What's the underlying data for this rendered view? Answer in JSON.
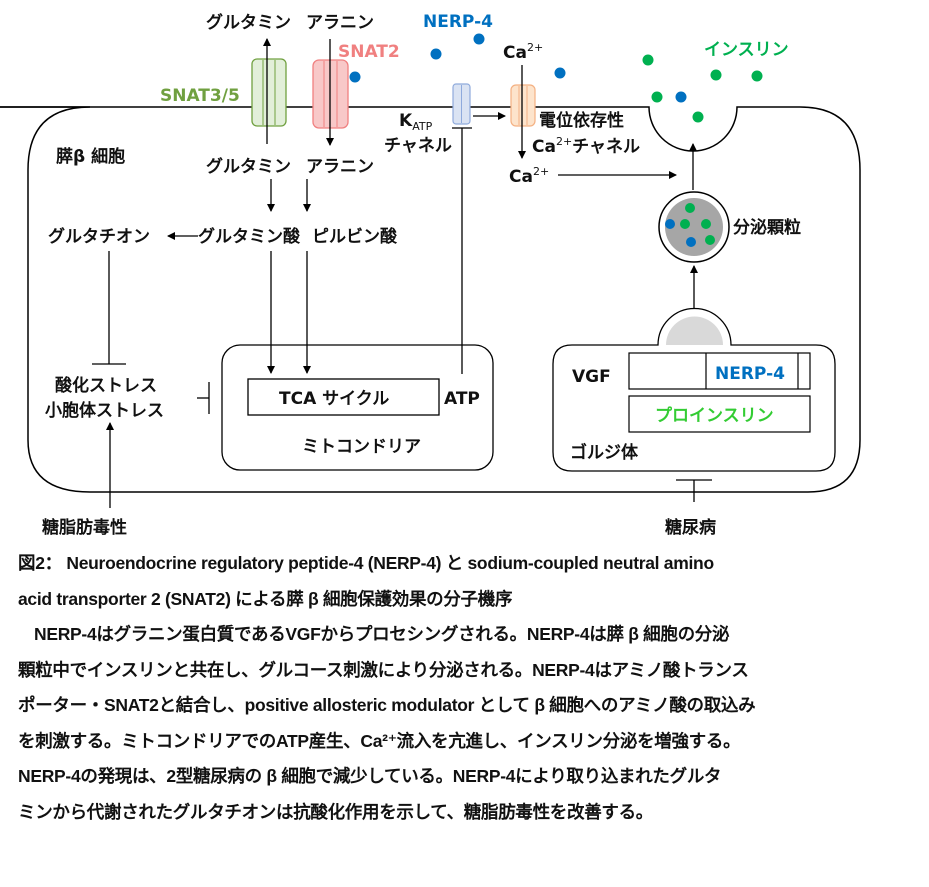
{
  "diagram": {
    "cell_label": "膵β 細胞",
    "transporters": {
      "snat35": "SNAT3/5",
      "snat2": "SNAT2",
      "katp_k": "K",
      "katp_sub": "ATP",
      "katp_channel": "チャネル",
      "vdcc_line1": "電位依存性",
      "vdcc_ca": "Ca",
      "vdcc_sup": "2+",
      "vdcc_channel": "チャネル"
    },
    "outside": {
      "glutamine": "グルタミン",
      "alanine": "アラニン",
      "nerp4": "NERP-4",
      "ca": "Ca",
      "ca_sup": "2+",
      "insulin": "インスリン"
    },
    "inside": {
      "glutamine": "グルタミン",
      "alanine": "アラニン",
      "glutathione": "グルタチオン",
      "glutamate": "グルタミン酸",
      "pyruvate": "ピルビン酸",
      "ca": "Ca",
      "ca_sup": "2+",
      "oxidative_stress": "酸化ストレス",
      "er_stress": "小胞体ストレス",
      "tca": "TCA サイクル",
      "atp": "ATP",
      "mitochondria": "ミトコンドリア",
      "secretory_granule": "分泌顆粒",
      "vgf": "VGF",
      "vgf_nerp4": "NERP-4",
      "proinsulin": "プロインスリン",
      "golgi": "ゴルジ体"
    },
    "external_factors": {
      "glucolipotoxicity": "糖脂肪毒性",
      "diabetes": "糖尿病"
    },
    "colors": {
      "snat35": "#70a040",
      "snat35_fill": "#e2efd9",
      "snat2": "#f08080",
      "snat2_fill": "#f8c8c8",
      "katp_fill": "#dae3f3",
      "katp_stroke": "#8faadc",
      "vdcc_fill": "#fde4cc",
      "vdcc_stroke": "#f4b183",
      "nerp4": "#0070c0",
      "insulin": "#00b050",
      "proinsulin": "#33cc33",
      "granule_core": "#a6a6a6",
      "golgi_bud": "#d9d9d9"
    }
  },
  "caption": {
    "title_line1": "図2： Neuroendocrine regulatory peptide-4 (NERP-4) と sodium-coupled neutral amino",
    "title_line2": "acid transporter 2 (SNAT2) による膵 β 細胞保護効果の分子機序",
    "body_lines": [
      "NERP-4はグラニン蛋白質であるVGFからプロセシングされる。NERP-4は膵 β 細胞の分泌",
      "顆粒中でインスリンと共在し、グルコース刺激により分泌される。NERP-4はアミノ酸トランス",
      "ポーター・SNAT2と結合し、positive allosteric modulator として β 細胞へのアミノ酸の取込み",
      "を刺激する。ミトコンドリアでのATP産生、Ca²⁺流入を亢進し、インスリン分泌を増強する。",
      "NERP-4の発現は、2型糖尿病の β 細胞で減少している。NERP-4により取り込まれたグルタ",
      "ミンから代謝されたグルタチオンは抗酸化作用を示して、糖脂肪毒性を改善する。"
    ]
  }
}
